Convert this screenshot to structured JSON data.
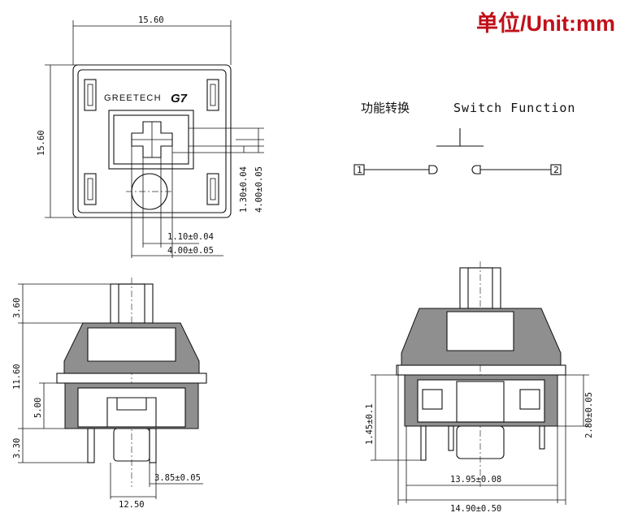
{
  "unit_label": "单位/Unit:mm",
  "switch_function": {
    "title_cn": "功能转换",
    "title_en": "Switch Function",
    "pin1": "1",
    "pin2": "2"
  },
  "brand": {
    "text": "GREETECH",
    "logo_mark": "G7"
  },
  "top_view": {
    "width": "15.60",
    "height": "15.60",
    "dim_a": "1.30±0.04",
    "dim_b": "4.00±0.05",
    "dim_c": "1.10±0.04",
    "dim_d": "4.00±0.05"
  },
  "front_view": {
    "stem_height": "3.60",
    "housing_height": "11.60",
    "lower_height": "5.00",
    "pin_height": "3.30",
    "pin_offset": "3.85±0.05",
    "width": "12.50"
  },
  "side_view": {
    "pin_length": "1.45±0.1",
    "lower_height": "2.80±0.05",
    "inner_width": "13.95±0.08",
    "outer_width": "14.90±0.50"
  }
}
